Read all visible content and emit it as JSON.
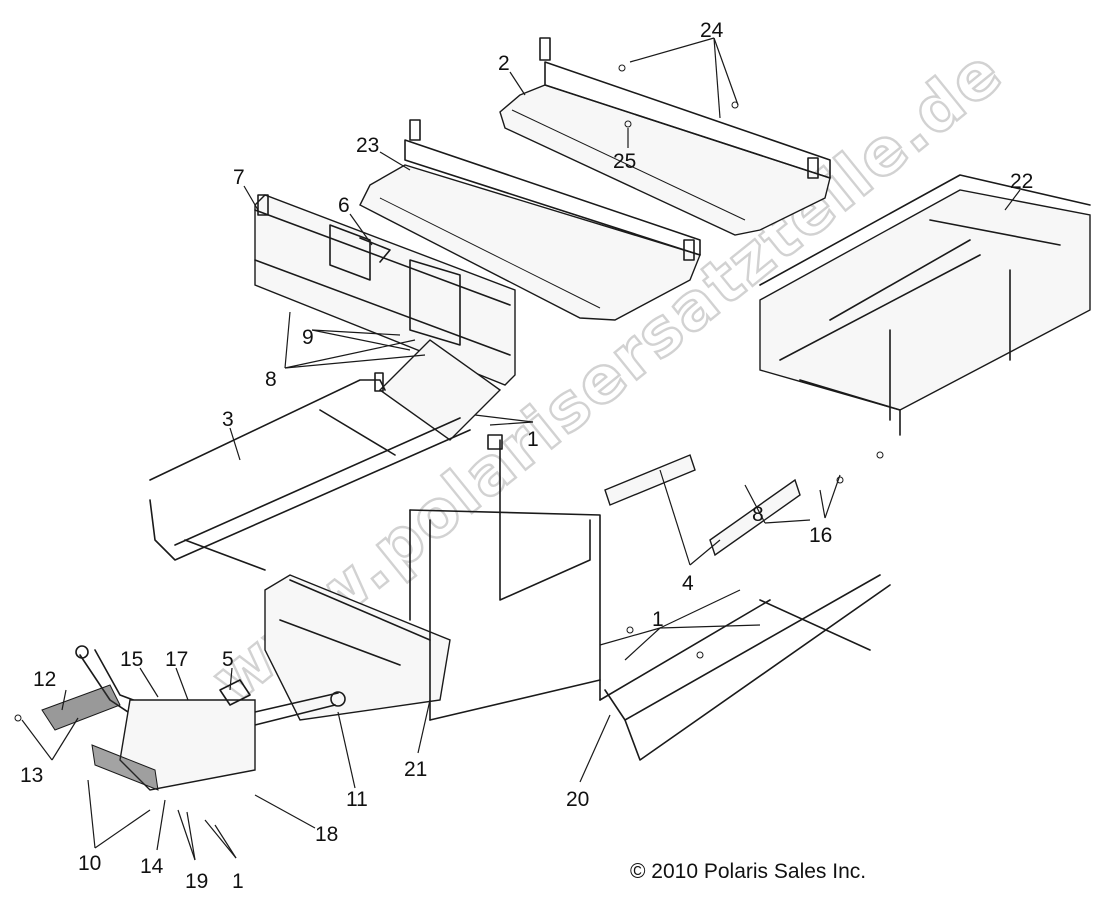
{
  "watermark": "www.polarisersatzteile.de",
  "copyright": "© 2010 Polaris Sales Inc.",
  "callouts": {
    "c1a": "1",
    "c1b": "1",
    "c1c": "1",
    "c2": "2",
    "c3": "3",
    "c4": "4",
    "c5": "5",
    "c6": "6",
    "c7": "7",
    "c8a": "8",
    "c8b": "8",
    "c9": "9",
    "c10": "10",
    "c11": "11",
    "c12": "12",
    "c13": "13",
    "c14": "14",
    "c15": "15",
    "c16": "16",
    "c17": "17",
    "c18": "18",
    "c19": "19",
    "c20": "20",
    "c21": "21",
    "c22": "22",
    "c23": "23",
    "c24": "24",
    "c25": "25"
  }
}
